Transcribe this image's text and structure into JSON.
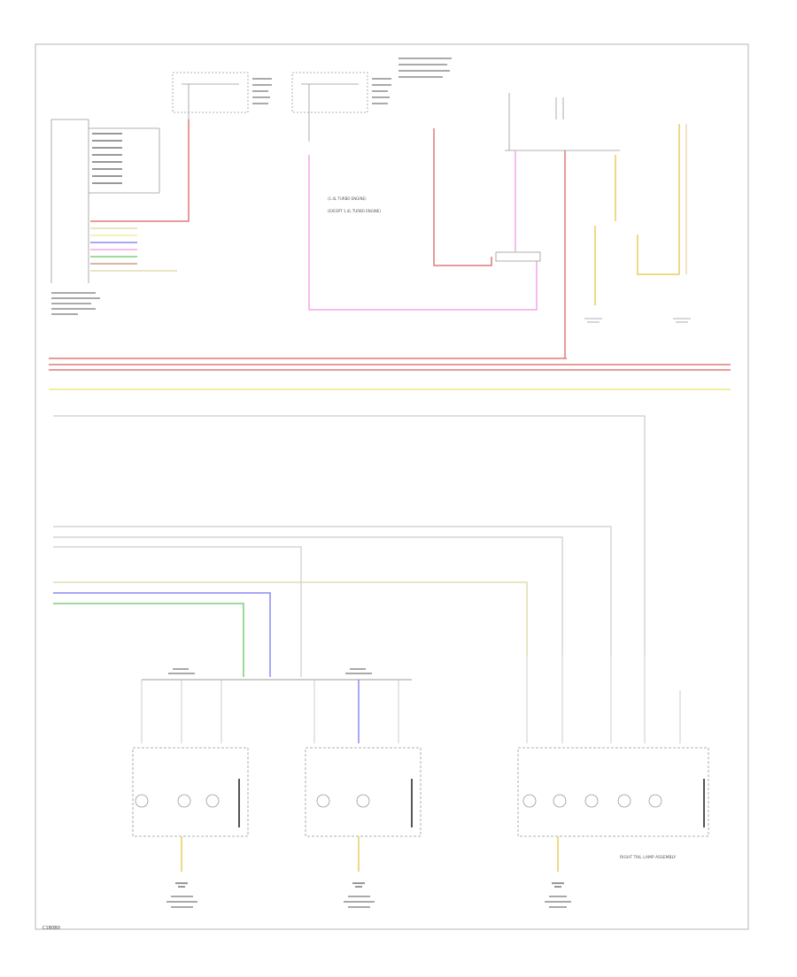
{
  "colors": {
    "red": "#e07a7a",
    "pink": "#f3a6e8",
    "yellow": "#f2ee9a",
    "green": "#7fcf7a",
    "blue": "#8a8cf2",
    "tan": "#e2dcb0",
    "grey": "#cccccc",
    "frame": "#b5b5b5"
  },
  "labels": {
    "lamp_assembly_right": "RIGHT TAIL LAMP ASSEMBLY",
    "page_ref": "C1B0B0",
    "note_1": "(1.4L TURBO ENGINE)",
    "note_2": "(EXCEPT 1.4L TURBO ENGINE)"
  }
}
